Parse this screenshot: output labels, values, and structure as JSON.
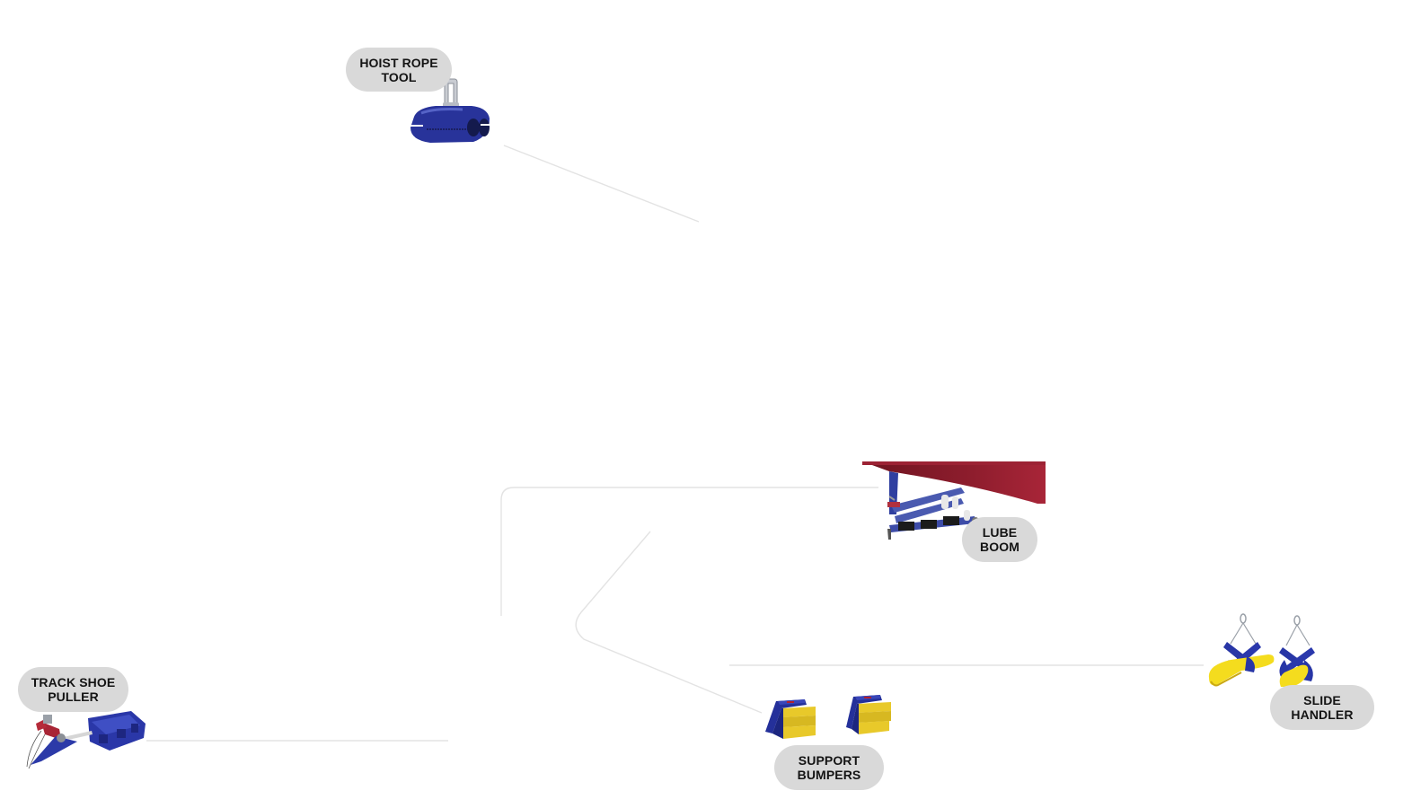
{
  "hotspots": [
    {
      "id": "hoist-rope-tool",
      "label_line1": "HOIST ROPE",
      "label_line2": "TOOL"
    },
    {
      "id": "lube-boom",
      "label_line1": "LUBE",
      "label_line2": "BOOM"
    },
    {
      "id": "track-shoe-puller",
      "label_line1": "TRACK SHOE",
      "label_line2": "PULLER"
    },
    {
      "id": "support-bumpers",
      "label_line1": "SUPPORT",
      "label_line2": "BUMPERS"
    },
    {
      "id": "slide-handler",
      "label_line1": "SLIDE",
      "label_line2": "HANDLER"
    }
  ],
  "colors": {
    "pill_bg": "#d9d9d9",
    "pill_text": "#141414",
    "connector": "#e3e3e3",
    "product_blue": "#23308f",
    "product_red": "#8a1c2b",
    "product_yellow": "#f2d21b"
  }
}
